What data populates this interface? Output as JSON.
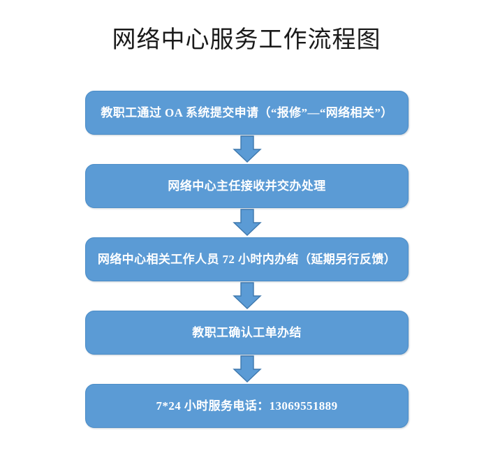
{
  "page": {
    "title": "网络中心服务工作流程图",
    "background_color": "#ffffff",
    "title_color": "#1a1a1a"
  },
  "theme": {
    "node_fill": "#5b9bd5",
    "node_border": "#4a8cc7",
    "node_text": "#ffffff",
    "arrow_fill": "#5b9bd5",
    "arrow_border": "#3e78ad"
  },
  "flow": {
    "nodes": [
      {
        "id": "node-1",
        "label": "教职工通过 OA 系统提交申请（“报修”—“网络相关”）"
      },
      {
        "id": "node-2",
        "label": "网络中心主任接收并交办处理"
      },
      {
        "id": "node-3",
        "label": "网络中心相关工作人员 72 小时内办结（延期另行反馈）"
      },
      {
        "id": "node-4",
        "label": "教职工确认工单办结"
      },
      {
        "id": "node-5",
        "label": "7*24 小时服务电话：13069551889"
      }
    ],
    "connectors": [
      {
        "id": "connector-1",
        "icon": "arrow-down-icon",
        "from": "node-1",
        "to": "node-2"
      },
      {
        "id": "connector-2",
        "icon": "arrow-down-icon",
        "from": "node-2",
        "to": "node-3"
      },
      {
        "id": "connector-3",
        "icon": "arrow-down-icon",
        "from": "node-3",
        "to": "node-4"
      },
      {
        "id": "connector-4",
        "icon": "arrow-down-icon",
        "from": "node-4",
        "to": "node-5"
      }
    ]
  }
}
